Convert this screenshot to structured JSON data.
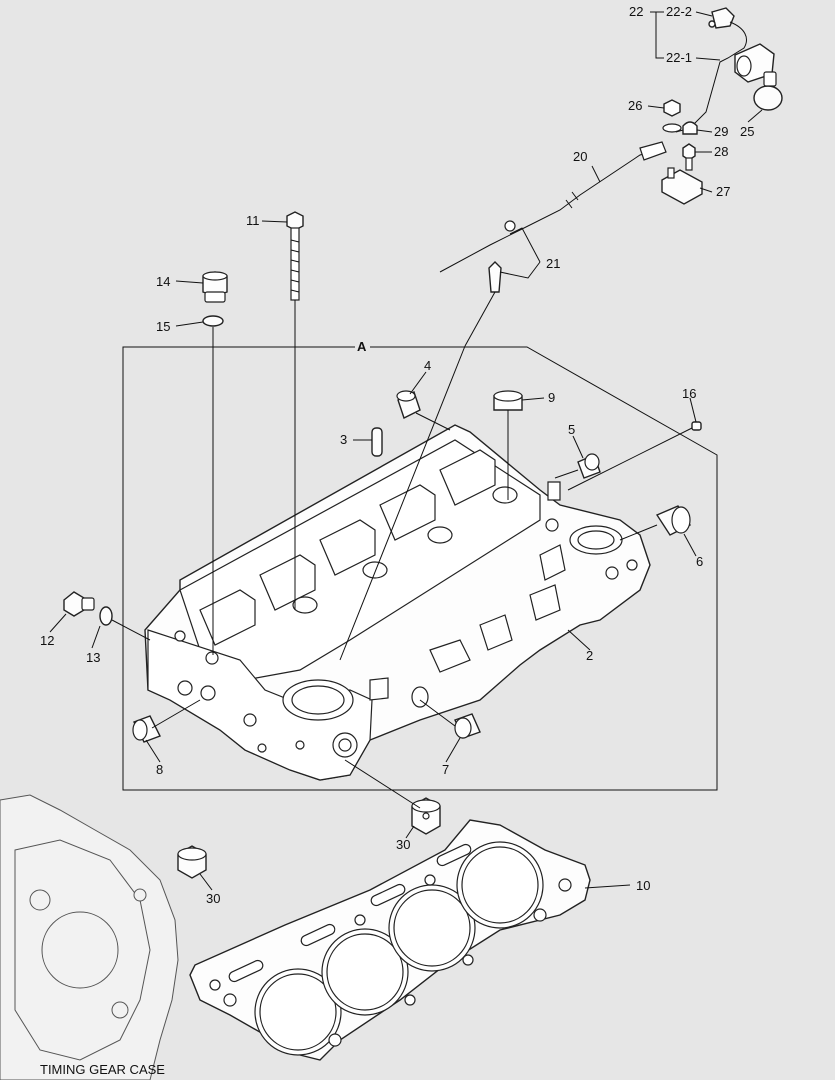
{
  "diagram": {
    "view_label": "A",
    "caption": "TIMING GEAR CASE",
    "callouts": [
      {
        "id": "c-22",
        "text": "22"
      },
      {
        "id": "c-22-2",
        "text": "22-2"
      },
      {
        "id": "c-22-1",
        "text": "22-1"
      },
      {
        "id": "c-26",
        "text": "26"
      },
      {
        "id": "c-29",
        "text": "29"
      },
      {
        "id": "c-25",
        "text": "25"
      },
      {
        "id": "c-28",
        "text": "28"
      },
      {
        "id": "c-20",
        "text": "20"
      },
      {
        "id": "c-27",
        "text": "27"
      },
      {
        "id": "c-11",
        "text": "11"
      },
      {
        "id": "c-21",
        "text": "21"
      },
      {
        "id": "c-14",
        "text": "14"
      },
      {
        "id": "c-15",
        "text": "15"
      },
      {
        "id": "c-4",
        "text": "4"
      },
      {
        "id": "c-9",
        "text": "9"
      },
      {
        "id": "c-16",
        "text": "16"
      },
      {
        "id": "c-3",
        "text": "3"
      },
      {
        "id": "c-5",
        "text": "5"
      },
      {
        "id": "c-6",
        "text": "6"
      },
      {
        "id": "c-12",
        "text": "12"
      },
      {
        "id": "c-13",
        "text": "13"
      },
      {
        "id": "c-2",
        "text": "2"
      },
      {
        "id": "c-8",
        "text": "8"
      },
      {
        "id": "c-7",
        "text": "7"
      },
      {
        "id": "c-30a",
        "text": "30"
      },
      {
        "id": "c-30b",
        "text": "30"
      },
      {
        "id": "c-10",
        "text": "10"
      }
    ]
  }
}
